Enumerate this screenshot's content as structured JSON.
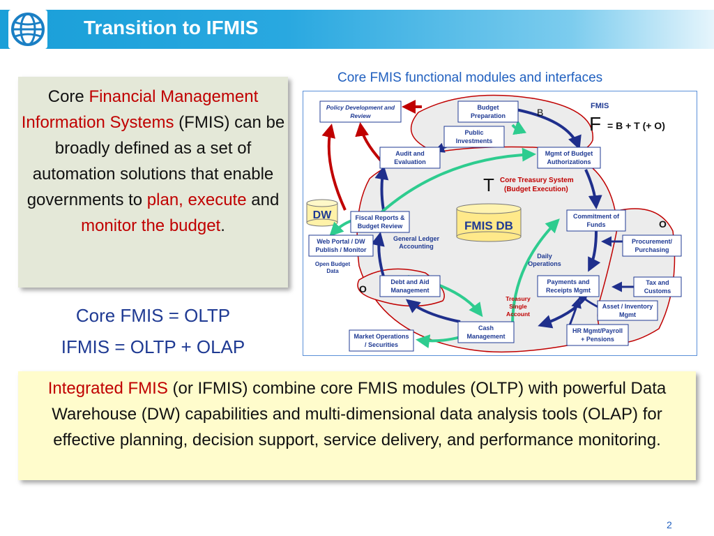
{
  "header": {
    "title": "Transition to IFMIS"
  },
  "left": {
    "p1": "Core ",
    "p2": "Financial Management Information Systems",
    "p3": " (FMIS) can be broadly defined as a set of automation solutions that enable governments to ",
    "p4": "plan, execute",
    "p5": " and ",
    "p6": "monitor the budget",
    "p7": "."
  },
  "equations": {
    "core": "Core FMIS = OLTP",
    "ifmis": "IFMIS = OLTP + OLAP"
  },
  "diagram": {
    "caption": "Core FMIS functional modules and interfaces",
    "legend": {
      "fmis": "FMIS",
      "f": "F",
      "formula": "= B + T (+ O)"
    },
    "labels": {
      "b": "B",
      "t": "T",
      "o1": "O",
      "o2": "O",
      "dw": "DW",
      "db": "FMIS DB",
      "core_treasury": "Core Treasury System",
      "budget_exec": "(Budget Execution)",
      "gl1": "General Ledger",
      "gl2": "Accounting",
      "daily1": "Daily",
      "daily2": "Operations",
      "open1": "Open Budget",
      "open2": "Data",
      "tsa1": "Treasury",
      "tsa2": "Single",
      "tsa3": "Account"
    },
    "modules": {
      "policy1": "Policy Development and",
      "policy2": "Review",
      "budget1": "Budget",
      "budget2": "Preparation",
      "public1": "Public",
      "public2": "Investments",
      "audit1": "Audit and",
      "audit2": "Evaluation",
      "mgmt1": "Mgmt of Budget",
      "mgmt2": "Authorizations",
      "fiscal1": "Fiscal Reports &",
      "fiscal2": "Budget Review",
      "commit1": "Commitment of",
      "commit2": "Funds",
      "web1": "Web Portal / DW",
      "web2": "Publish / Monitor",
      "proc1": "Procurement/",
      "proc2": "Purchasing",
      "debt1": "Debt and Aid",
      "debt2": "Management",
      "pay1": "Payments and",
      "pay2": "Receipts Mgmt",
      "tax1": "Tax and",
      "tax2": "Customs",
      "asset1": "Asset / Inventory",
      "asset2": "Mgmt",
      "cash1": "Cash",
      "cash2": "Management",
      "hr1": "HR Mgmt/Payroll",
      "hr2": "+ Pensions",
      "market1": "Market Operations",
      "market2": "/ Securities"
    }
  },
  "bottom": {
    "red": "Integrated FMIS",
    "rest": " (or IFMIS) combine core FMIS modules (OLTP) with powerful Data Warehouse (DW) capabilities and multi-dimensional data analysis tools (OLAP) for effective planning, decision support, service delivery, and performance monitoring."
  },
  "page_number": "2",
  "colors": {
    "header_blue": "#1a9fd8",
    "accent_red": "#c00000",
    "navy": "#1f3a93",
    "green_arrow": "#2ecc8f",
    "left_box_bg": "#e4e8d8",
    "bottom_box_bg": "#fffccc"
  }
}
